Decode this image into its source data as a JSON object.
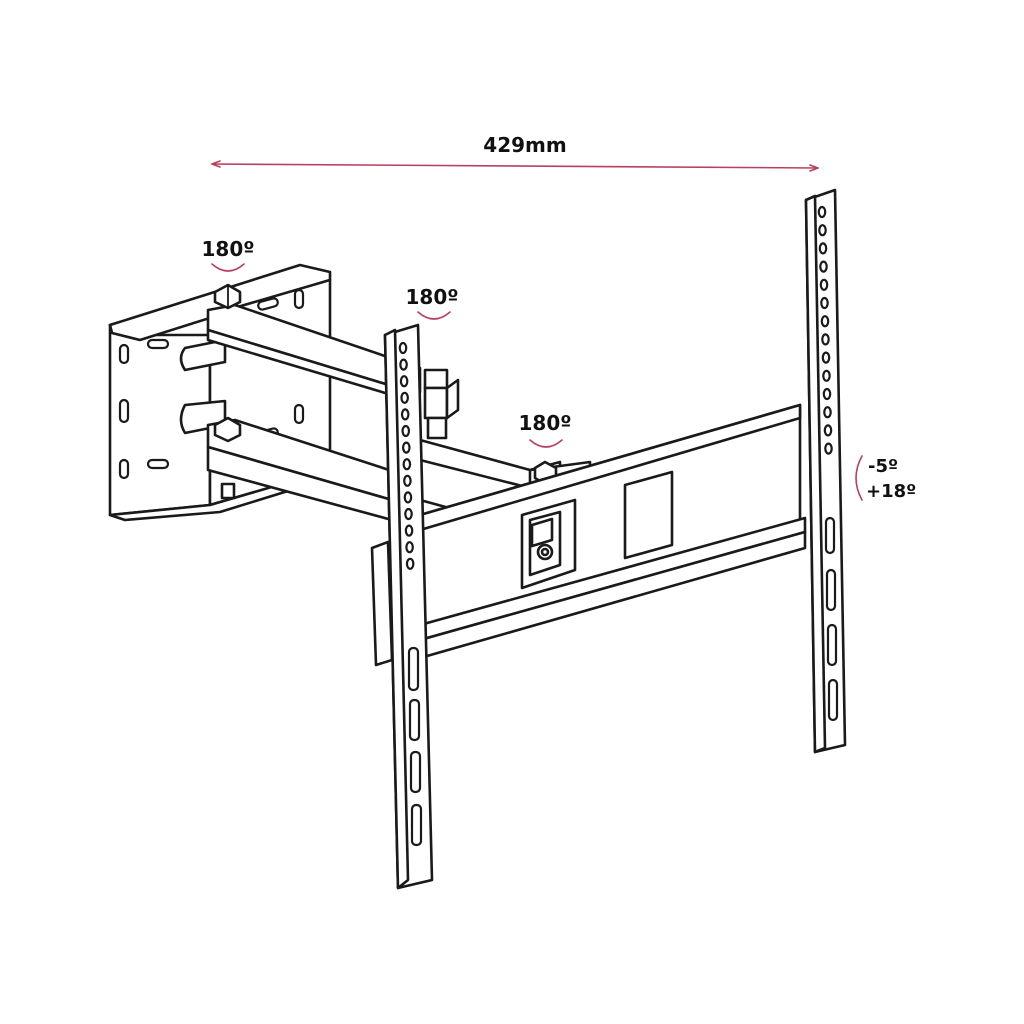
{
  "dimension": {
    "text": "429mm"
  },
  "rotations": [
    {
      "text": "180º"
    },
    {
      "text": "180º"
    },
    {
      "text": "180º"
    }
  ],
  "tilt": {
    "up": "-5º",
    "down": "+18º"
  },
  "colors": {
    "accent": "#b8405e",
    "line": "#1a1a1a",
    "background": "#ffffff"
  },
  "holes": {
    "right_rail": 14,
    "left_rail": 14
  }
}
